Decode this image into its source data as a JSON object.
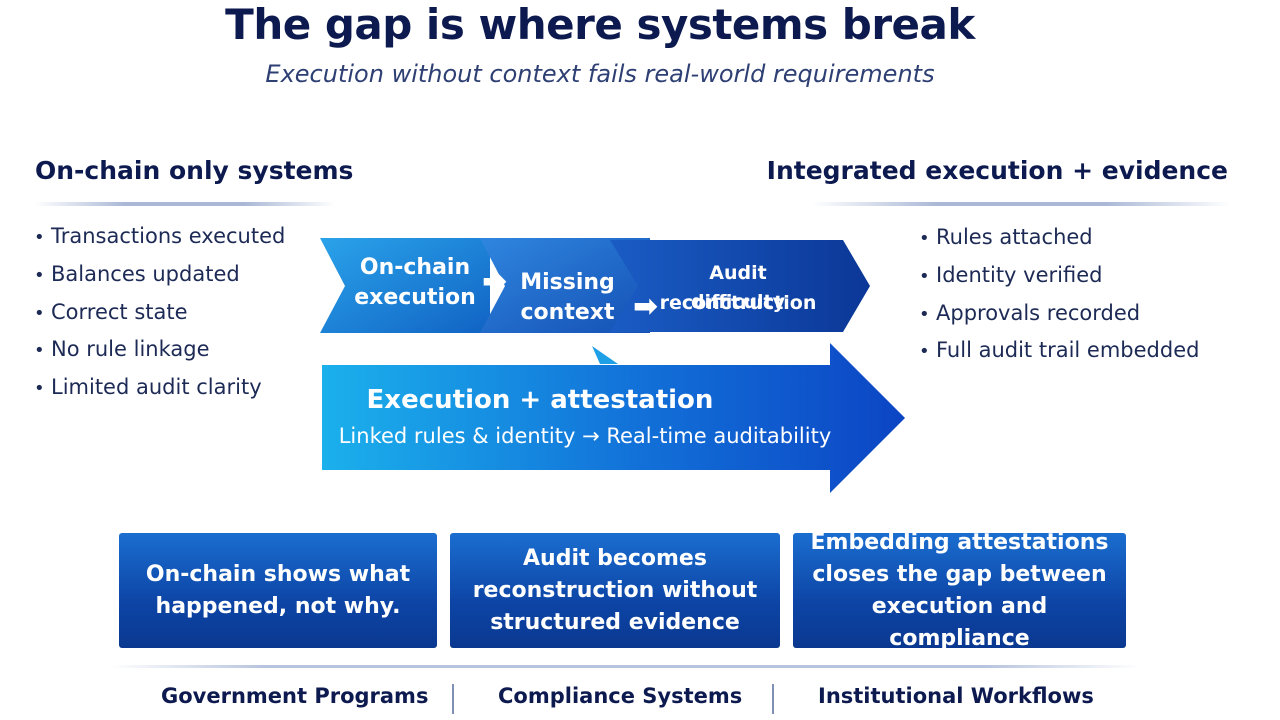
{
  "title": "The gap is where systems break",
  "subtitle": "Execution without context fails real-world requirements",
  "left_column": {
    "heading": "On-chain only systems",
    "bullets": [
      "Transactions executed",
      "Balances updated",
      "Correct state",
      "No rule linkage",
      "Limited audit clarity"
    ]
  },
  "right_column": {
    "heading": "Integrated execution + evidence",
    "bullets": [
      "Rules attached",
      "Identity verified",
      "Approvals recorded",
      "Full audit trail embedded"
    ]
  },
  "upper_flow": {
    "step1_line1": "On-chain",
    "step1_line2": "execution",
    "step2_line1": "Missing",
    "step2_line2": "context",
    "step3_line1": "Audit reconctruction",
    "step3_line2": "difficulty",
    "arrow_glyph": "➡"
  },
  "lower_flow": {
    "title": "Execution + attestation",
    "subtitle": "Linked rules & identity → Real-time auditability"
  },
  "boxes": [
    "On-chain shows what happened, not why.",
    "Audit becomes reconstruction without structured evidence",
    "Embedding attestations closes the gap between execution and compliance"
  ],
  "footer": [
    "Government Programs",
    "Compliance Systems",
    "Institutional Workflows"
  ],
  "colors": {
    "title": "#0d1a4f",
    "arrow_light": "#1fa0e6",
    "arrow_dark": "#0b3fa0",
    "box": "#0d45a6"
  }
}
